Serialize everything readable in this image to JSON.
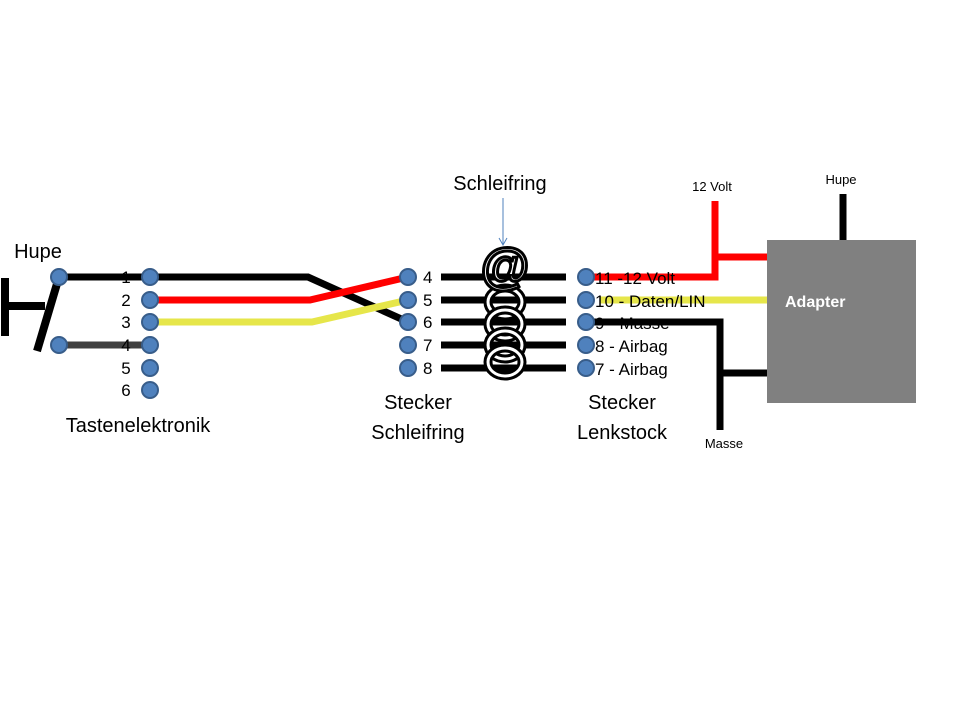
{
  "colors": {
    "red": "#ff0000",
    "yellow": "#e6e64a",
    "black": "#000000",
    "gray": "#404040",
    "pin": "#4f81bd",
    "adapter": "#808080"
  },
  "left": {
    "hupe": "Hupe",
    "pins": [
      "1",
      "2",
      "3",
      "4",
      "5",
      "6"
    ],
    "label": "Tastenelektronik"
  },
  "schleifring": {
    "title": "Schleifring",
    "pins": [
      "4",
      "5",
      "6",
      "7",
      "8"
    ],
    "label1": "Stecker",
    "label2": "Schleifring",
    "symbol": "@"
  },
  "lenkstock": {
    "pins": [
      "11 -12 Volt",
      "10 - Daten/LIN",
      "9 - Masse",
      "8 - Airbag",
      "7 - Airbag"
    ],
    "label1": "Stecker",
    "label2": "Lenkstock"
  },
  "adapter": {
    "label": "Adapter",
    "volt": "12 Volt",
    "hupe": "Hupe",
    "masse": "Masse"
  }
}
